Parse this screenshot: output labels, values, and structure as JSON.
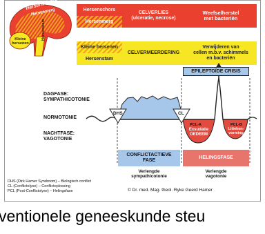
{
  "brain": {
    "hersenschors": "Hersenschors",
    "hersenmerg": "Hersenmerg",
    "kleine_hersenen": "Kleine hersenen",
    "hersenstam": "Hersenstam"
  },
  "table": {
    "row1": {
      "label_top": "Hersenschors",
      "label_bottom": "Hersenmerg",
      "mid": "CELVERLIES\n(ulceratie, necrose)",
      "right": "Weefselherstel\nmet bacteriën"
    },
    "row2": {
      "label_top": "Kleine hersenen",
      "label_bottom": "Hersenstam",
      "mid": "CELVERMEERDERING",
      "right": "Verwijderen van\ncellen m.b.v. schimmels\nen bacteriën"
    }
  },
  "colors": {
    "yellow": "#f7e623",
    "red": "#e9402f",
    "orange": "#f0a21e",
    "blue": "#a7c7ea",
    "pink": "#e8756c",
    "curve_fill_red": "#e24b3f"
  },
  "phases": {
    "dag": "DAGFASE:\nSYMPATHICOTONIE",
    "normo": "NORMOTONIE",
    "nacht": "NACHTFASE:\nVAGOTONIE"
  },
  "diagram": {
    "crisis": "EPILEPTOÏDE CRISIS",
    "dhs": "DHS",
    "cl": "CL",
    "pcla": "PCL-A",
    "pclb": "PCL-B",
    "exsudatie": "Exsudatie\nOEDEEM",
    "litteken": "Litteken-\nvorming"
  },
  "boxes": {
    "conflict": "CONFLICTACTIEVE\nFASE",
    "conflict_sub": "Verlengde\nsympathicotonie",
    "heling": "HELINGSFASE",
    "heling_sub": "Verlengde\nvagotonie"
  },
  "legend": {
    "l1": "DHS (Dirk Hamer Syndroom) – Biologisch conflict",
    "l2": "CL (Conflictolyse) – Conflictoplossing",
    "l3": "PCL (Post-Conflictolyse) – Helingsfase"
  },
  "copyright": "© Dr. med. Mag. theol. Ryke Geerd Hamer",
  "bottom_text": "ventionele geneeskunde steu"
}
